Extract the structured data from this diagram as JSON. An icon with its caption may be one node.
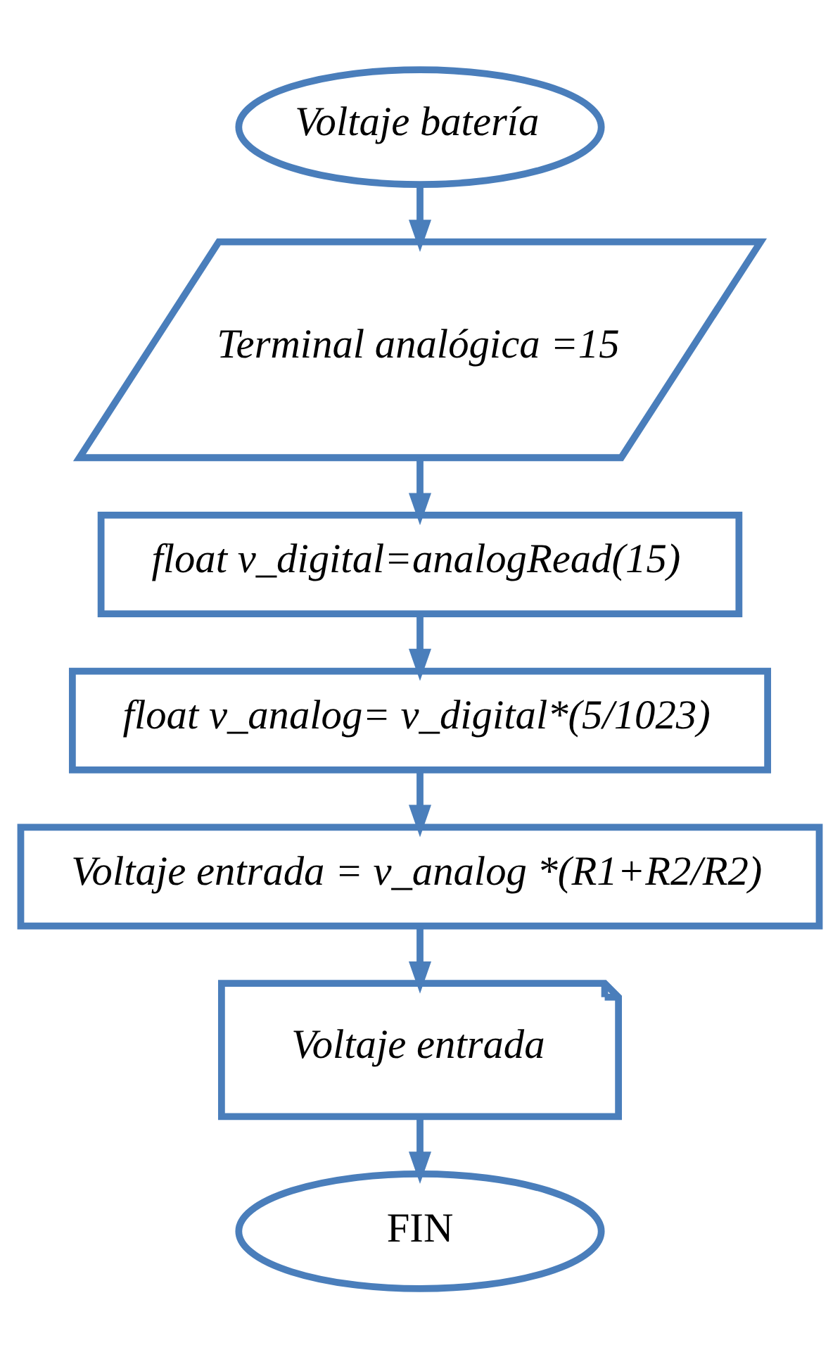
{
  "diagram": {
    "nodes": [
      {
        "text": [
          "Voltaje batería"
        ]
      },
      {
        "text": [
          "Terminal analógica =15"
        ]
      },
      {
        "text": [
          "float v_digital=analogRead(15)"
        ]
      },
      {
        "text": [
          "float v_analog= v_digital*(5/1023)"
        ]
      },
      {
        "text": [
          "Voltaje entrada = v_analog *(R1+R2/R2)"
        ]
      },
      {
        "text": [
          "Voltaje entrada"
        ]
      },
      {
        "text": [
          "FIN"
        ]
      }
    ],
    "edges": [
      {
        "from": 0,
        "to": 1,
        "arrow": "to"
      },
      {
        "from": 1,
        "to": 2,
        "arrow": "to"
      },
      {
        "from": 2,
        "to": 3,
        "arrow": "to"
      },
      {
        "from": 3,
        "to": 4,
        "arrow": "to"
      },
      {
        "from": 4,
        "to": 5,
        "arrow": "to"
      },
      {
        "from": 5,
        "to": 6,
        "arrow": "to"
      }
    ]
  }
}
